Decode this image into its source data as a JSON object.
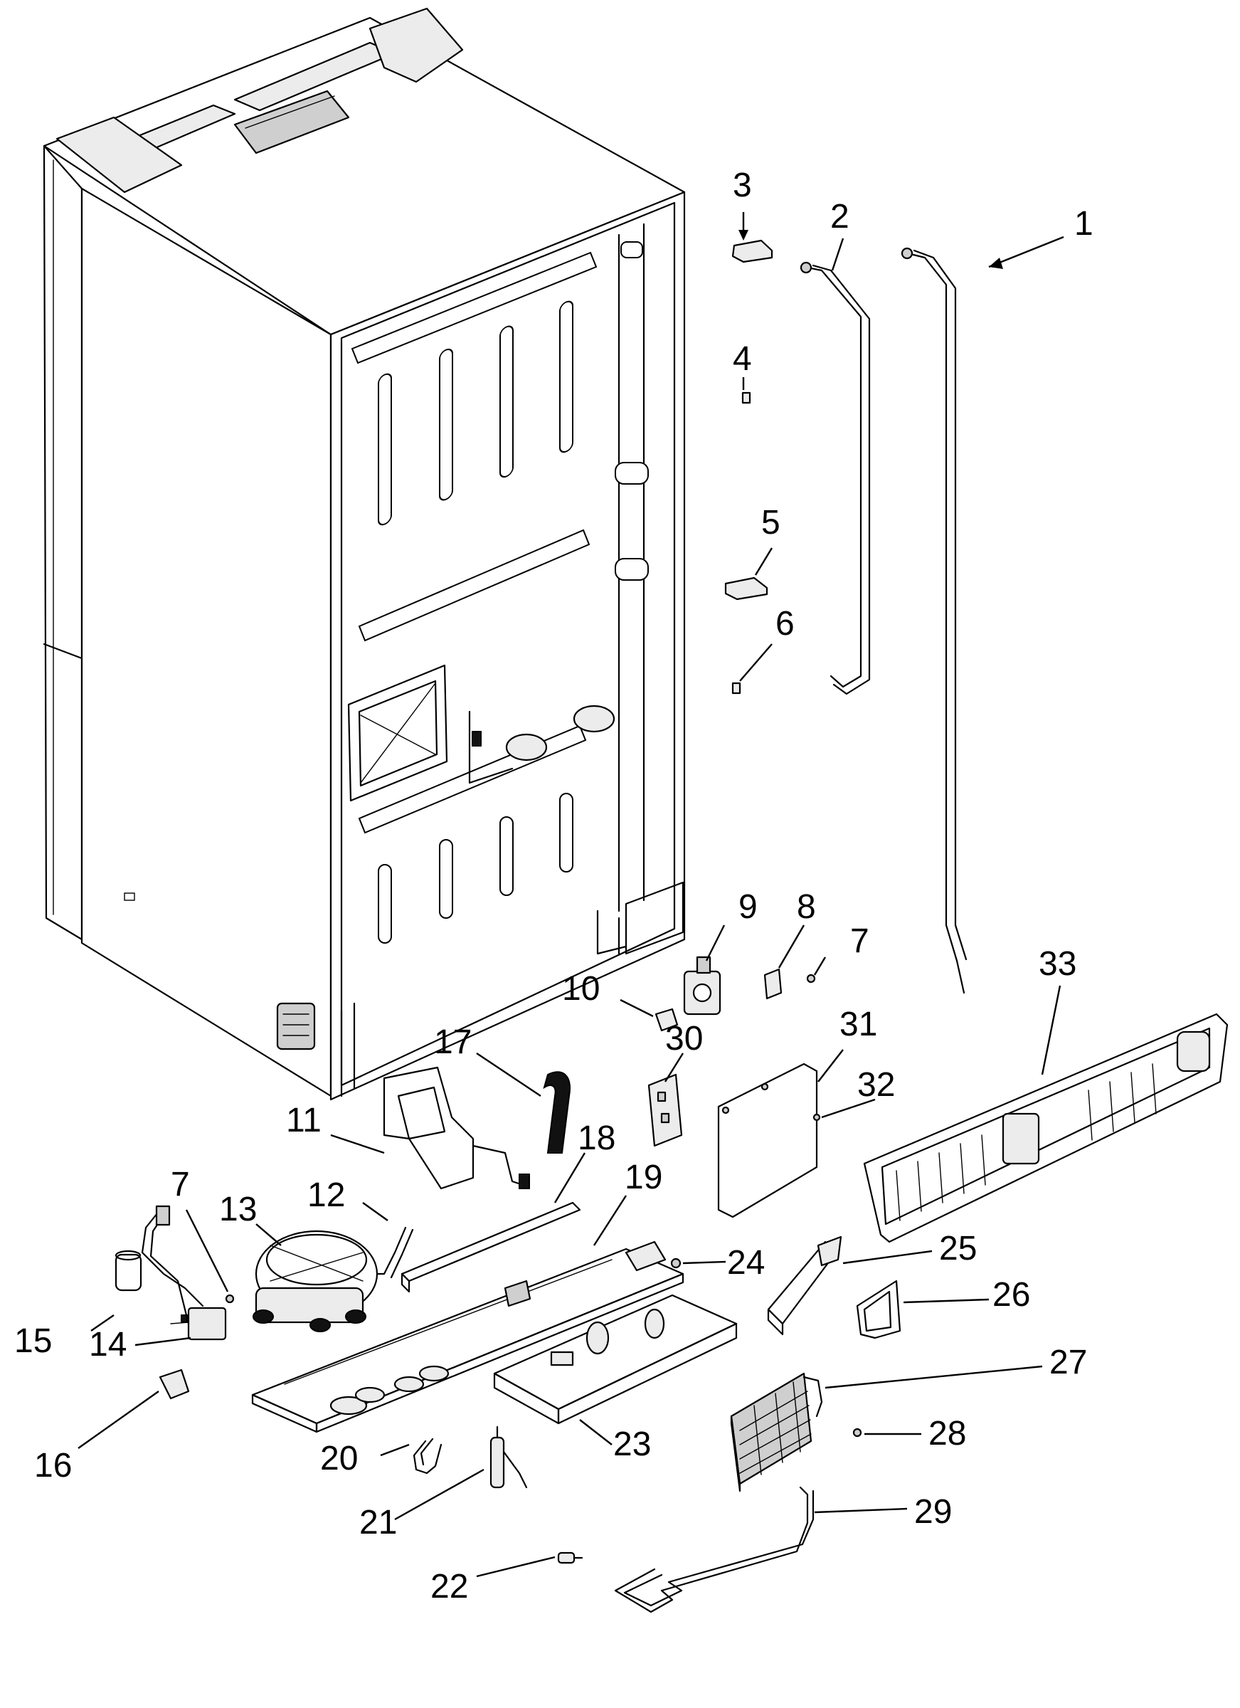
{
  "callouts": [
    {
      "id": "label-1",
      "text": "1"
    },
    {
      "id": "label-2",
      "text": "2"
    },
    {
      "id": "label-3",
      "text": "3"
    },
    {
      "id": "label-4",
      "text": "4"
    },
    {
      "id": "label-5",
      "text": "5"
    },
    {
      "id": "label-6",
      "text": "6"
    },
    {
      "id": "label-7a",
      "text": "7"
    },
    {
      "id": "label-7b",
      "text": "7"
    },
    {
      "id": "label-8",
      "text": "8"
    },
    {
      "id": "label-9",
      "text": "9"
    },
    {
      "id": "label-10",
      "text": "10"
    },
    {
      "id": "label-11",
      "text": "11"
    },
    {
      "id": "label-12",
      "text": "12"
    },
    {
      "id": "label-13",
      "text": "13"
    },
    {
      "id": "label-14",
      "text": "14"
    },
    {
      "id": "label-15",
      "text": "15"
    },
    {
      "id": "label-16",
      "text": "16"
    },
    {
      "id": "label-17",
      "text": "17"
    },
    {
      "id": "label-18",
      "text": "18"
    },
    {
      "id": "label-19",
      "text": "19"
    },
    {
      "id": "label-20",
      "text": "20"
    },
    {
      "id": "label-21",
      "text": "21"
    },
    {
      "id": "label-22",
      "text": "22"
    },
    {
      "id": "label-23",
      "text": "23"
    },
    {
      "id": "label-24",
      "text": "24"
    },
    {
      "id": "label-25",
      "text": "25"
    },
    {
      "id": "label-26",
      "text": "26"
    },
    {
      "id": "label-27",
      "text": "27"
    },
    {
      "id": "label-28",
      "text": "28"
    },
    {
      "id": "label-29",
      "text": "29"
    },
    {
      "id": "label-30",
      "text": "30"
    },
    {
      "id": "label-31",
      "text": "31"
    },
    {
      "id": "label-32",
      "text": "32"
    },
    {
      "id": "label-33",
      "text": "33"
    }
  ]
}
